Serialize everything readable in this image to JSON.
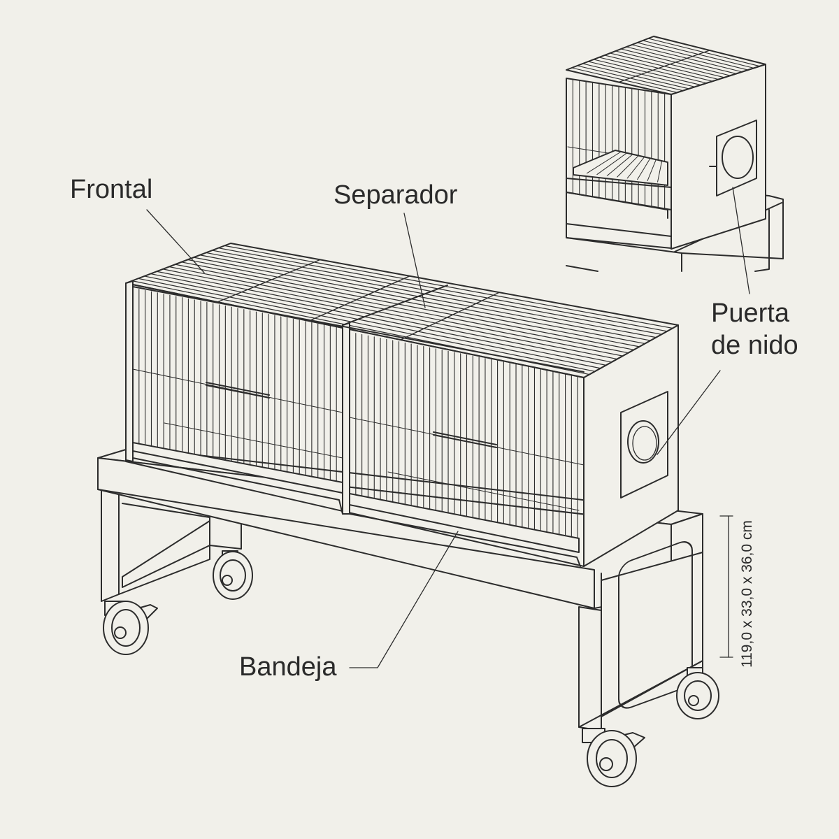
{
  "labels": {
    "frontal": "Frontal",
    "separador": "Separador",
    "puerta_line1": "Puerta",
    "puerta_line2": "de nido",
    "bandeja": "Bandeja",
    "dimensions": "119,0 x 33,0 x 36,0 cm"
  },
  "colors": {
    "background": "#f1f0ea",
    "line": "#2c2c2c",
    "text": "#2a2a2a"
  }
}
